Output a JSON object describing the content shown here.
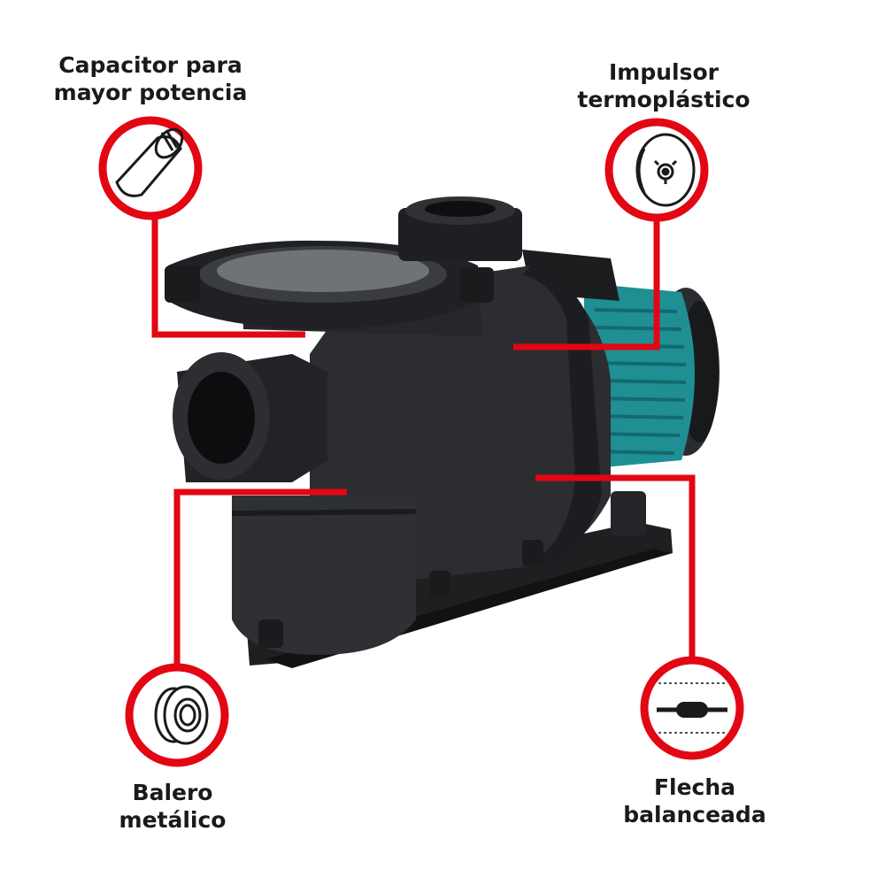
{
  "callouts": {
    "capacitor": {
      "line1": "Capacitor para",
      "line2": "mayor potencia",
      "icon": "capacitor-icon"
    },
    "impulsor": {
      "line1": "Impulsor",
      "line2": "termoplástico",
      "icon": "impeller-icon"
    },
    "balero": {
      "line1": "Balero",
      "line2": "metálico",
      "icon": "bearing-icon"
    },
    "flecha": {
      "line1": "Flecha",
      "line2": "balanceada",
      "icon": "shaft-icon"
    }
  },
  "colors": {
    "accent": "#e30613",
    "pump_body": "#2b2d30",
    "motor": "#1f8f94"
  }
}
